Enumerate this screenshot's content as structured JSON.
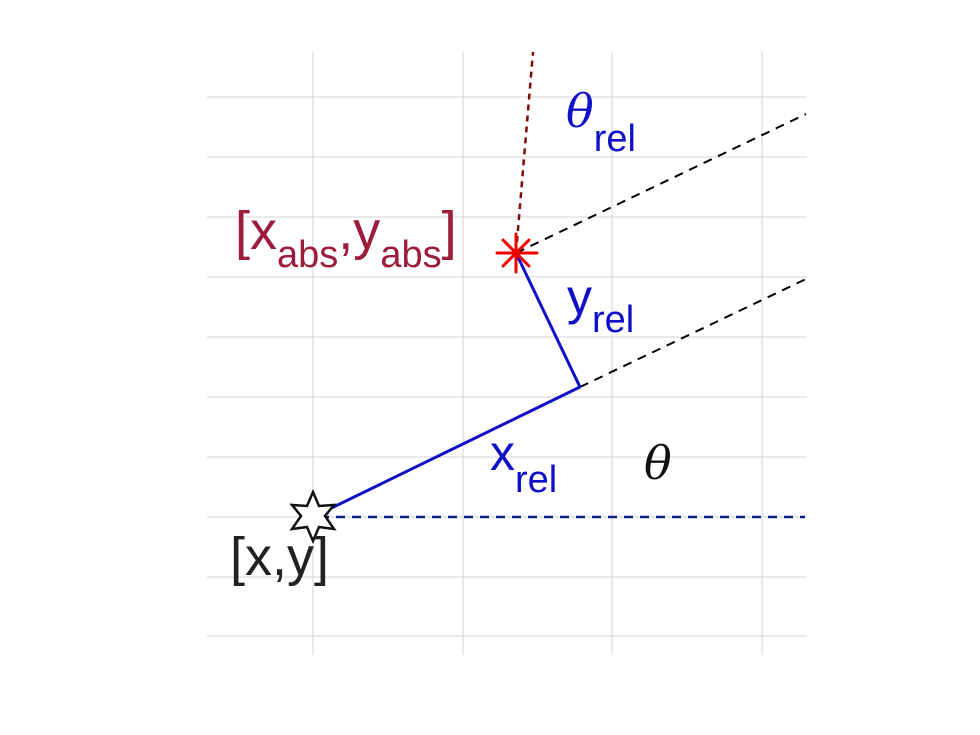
{
  "colors": {
    "grid": "#d6d6d6",
    "blue": "#1010c8",
    "dark_red": "#9c1c3c",
    "red_marker": "#ee0000",
    "dark_text": "#222222",
    "black_dash": "#000000",
    "navy_dash": "#102080",
    "maroon_dash": "#7a0c0c"
  },
  "labels": {
    "abs_position": {
      "open": "[x",
      "sub1": "abs",
      "mid": ",y",
      "sub2": "abs",
      "close": "]"
    },
    "origin": "[x,y]",
    "y_rel": {
      "main": "y",
      "sub": "rel"
    },
    "x_rel": {
      "main": "x",
      "sub": "rel"
    },
    "theta_rel": {
      "main": "θ",
      "sub": "rel"
    },
    "theta": "θ"
  },
  "icons": {
    "origin_marker": "six-point-star-icon",
    "abs_marker": "asterisk-icon"
  }
}
